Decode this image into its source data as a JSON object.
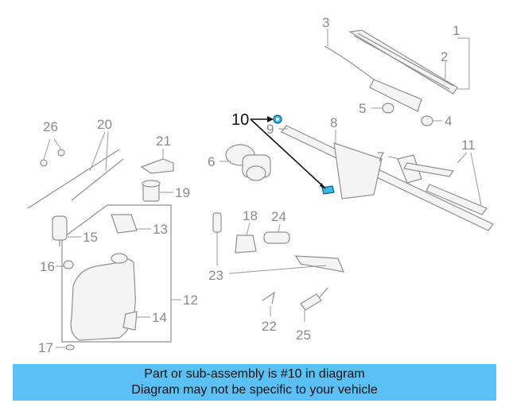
{
  "callouts": {
    "c1": "1",
    "c2": "2",
    "c3": "3",
    "c4": "4",
    "c5": "5",
    "c6": "6",
    "c7": "7",
    "c8": "8",
    "c9": "9",
    "c10": "10",
    "c11": "11",
    "c12": "12",
    "c13": "13",
    "c14": "14",
    "c15": "15",
    "c16": "16",
    "c17": "17",
    "c18": "18",
    "c19": "19",
    "c20": "20",
    "c21": "21",
    "c22": "22",
    "c23": "23",
    "c24": "24",
    "c25": "25",
    "c26": "26"
  },
  "highlight": {
    "part": "10",
    "color": "#3fb8e8"
  },
  "banner": {
    "line1": "Part or sub-assembly is #10 in diagram",
    "line2": "Diagram may not be specific to your vehicle",
    "background": "#5bc0f5"
  }
}
